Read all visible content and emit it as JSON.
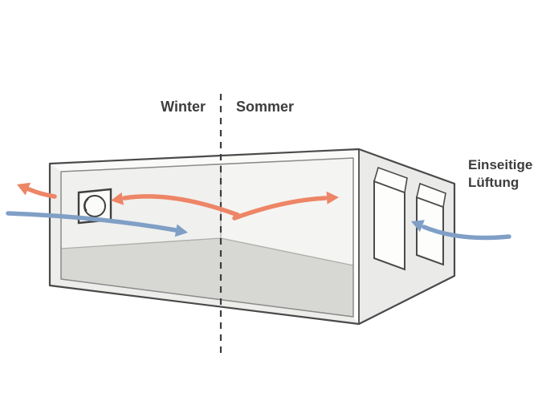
{
  "diagram": {
    "season_labels": {
      "winter": "Winter",
      "summer": "Sommer"
    },
    "annotation": {
      "line1": "Einseitige",
      "line2": "Lüftung"
    },
    "icons": {
      "fan_unit": "fan-unit-icon",
      "window_left": "tilted-window-icon",
      "window_right": "tilted-window-icon",
      "warm_flow": "warm-air-arrow-icon",
      "cold_flow": "cold-air-arrow-icon"
    },
    "colors": {
      "warm_arrow": "#ED8566",
      "cold_arrow": "#7F9FC6",
      "text_color": "#3D3D3D",
      "outline": "#4A4A4A",
      "edge_soft": "#ADADAA",
      "roof_band": "#FAFAF8",
      "wall_back_left": "#F0F0EE",
      "wall_back_right": "#F4F4F2",
      "wall_right_outer": "#EAEAE8",
      "wall_thickness": "#EDEDEB",
      "floor": "#D7D7D4",
      "window_fill": "#FDFDFC",
      "background": "#FFFFFF"
    }
  }
}
